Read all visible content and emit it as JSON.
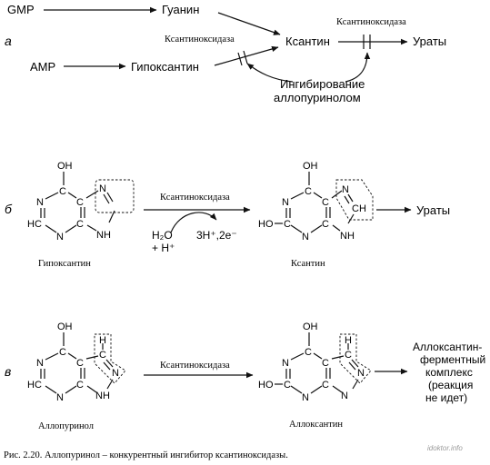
{
  "panels": {
    "a": "а",
    "b": "б",
    "v": "в"
  },
  "section_a": {
    "gmp": "GMP",
    "amp": "AMP",
    "guanine": "Гуанин",
    "hypoxanthine": "Гипоксантин",
    "xanthine": "Ксантин",
    "urates": "Ураты",
    "enzyme_1": "Ксантиноксидаза",
    "enzyme_2": "Ксантиноксидаза",
    "inhibition_line1": "Ингибирование",
    "inhibition_line2": "аллопуринолом"
  },
  "section_b": {
    "enzyme": "Ксантиноксидаза",
    "water": "H₂O",
    "plus_h": "+ H⁺",
    "products": "3H⁺,2e⁻",
    "urates": "Ураты",
    "left_name": "Гипоксантин",
    "right_name": "Ксантин"
  },
  "section_v": {
    "enzyme": "Ксантиноксидаза",
    "left_name": "Аллопуринол",
    "right_name": "Аллоксантин",
    "result_line1": "Аллоксантин-",
    "result_line2": "ферментный",
    "result_line3": "комплекс",
    "result_line4": "(реакция",
    "result_line5": "не идет)"
  },
  "atoms": {
    "oh": "OH",
    "n": "N",
    "c": "C",
    "hc": "HC",
    "ho": "HO",
    "ch": "CH",
    "h": "H",
    "nh": "NH"
  },
  "caption": "Рис. 2.20. Аллопуринол – конкурентный ингибитор ксантиноксидазы.",
  "watermark": "idoktor.info"
}
